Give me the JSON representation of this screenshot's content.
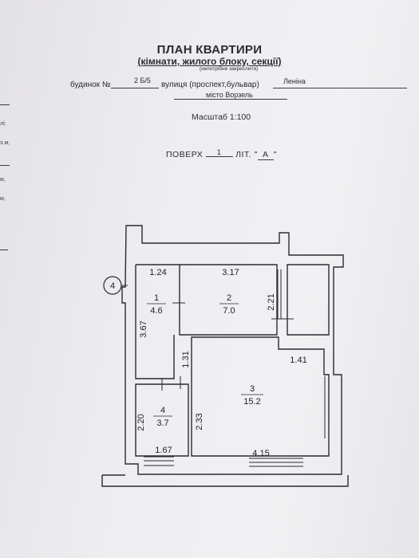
{
  "header": {
    "title": "ПЛАН КВАРТИРИ",
    "subtitle": "(кімнати, жилого блоку, секції)",
    "note": "(непотрібне закреслити)"
  },
  "address": {
    "house_label": "будинок №",
    "house_value": "2 Б/5",
    "street_label": "вулиця (проспект,бульвар)",
    "street_value": "Леніна",
    "city_value": "місто Ворзель"
  },
  "scale": "Масштаб 1:100",
  "floor": {
    "label": "ПОВЕРХ",
    "value": "1",
    "lit_label": "ЛІТ. \"",
    "lit_value": "А",
    "lit_close": "\""
  },
  "margin_fragments": [
    "лі:",
    "э.м,",
    "м,",
    "м,"
  ],
  "plan": {
    "axis_marker": "4",
    "rooms": [
      {
        "number": "1",
        "area": "4.6"
      },
      {
        "number": "2",
        "area": "7.0"
      },
      {
        "number": "3",
        "area": "15.2"
      },
      {
        "number": "4",
        "area": "3.7"
      }
    ],
    "dimensions": {
      "d124": "1.24",
      "d317": "3.17",
      "d221": "2.21",
      "d367": "3.67",
      "d131": "1.31",
      "d141": "1.41",
      "d233": "2.33",
      "d220": "2.20",
      "d167": "1.67",
      "d415": "4.15"
    }
  },
  "colors": {
    "ink": "#2a2b33",
    "paper": "#eceaee"
  }
}
